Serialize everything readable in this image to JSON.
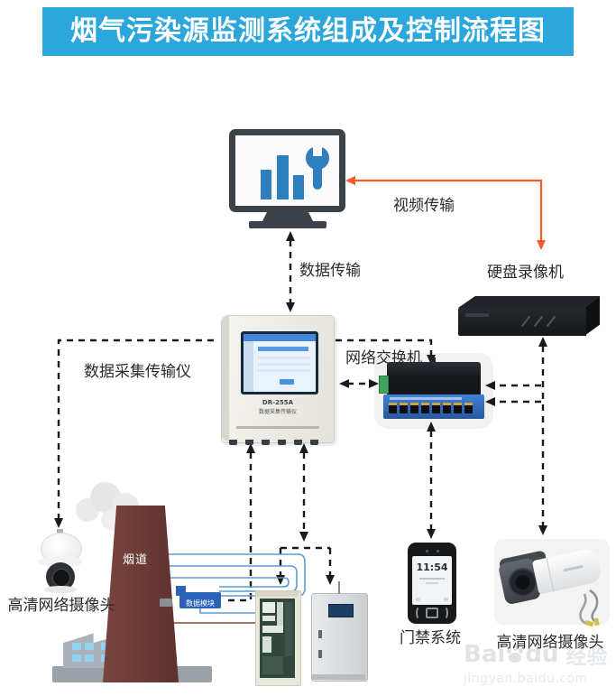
{
  "title": "烟气污染源监测系统组成及控制流程图",
  "edges": {
    "video": "视频传输",
    "data": "数据传输"
  },
  "nodes": {
    "dvr": {
      "label": "硬盘录像机"
    },
    "collector": {
      "label": "数据采集传输仪",
      "model": "DR-255A",
      "model_sub": "数据采集传输仪"
    },
    "switch": {
      "label": "网络交换机"
    },
    "camera_left": {
      "label": "高清网络摄像头"
    },
    "flue": {
      "label": "烟道"
    },
    "data_module": {
      "label": "数据模块"
    },
    "access": {
      "label": "门禁系统",
      "time": "11:54"
    },
    "camera_right": {
      "label": "高清网络摄像头"
    }
  },
  "watermark": {
    "brand_prefix": "Bai",
    "brand_suffix": "du",
    "brand_cn": "经验",
    "url": "jingyan.baidu.com"
  },
  "colors": {
    "banner_blue": "#2BA7DC",
    "orange_link": "#F15B27",
    "dashed_link": "#1A1A1A",
    "chart_blue": "#2E7FBE",
    "chimney_red": "#6F3C38",
    "module_blue": "#2A62B8",
    "switch_panel_blue": "#2F6FC0",
    "factory_window_blue": "#8FD3F0"
  }
}
